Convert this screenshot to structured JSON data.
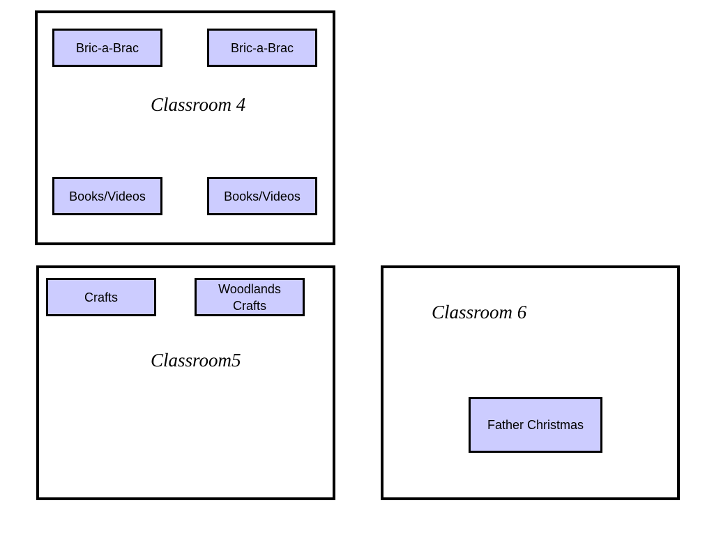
{
  "classrooms": [
    {
      "label": "Classroom 4",
      "stalls": [
        "Bric-a-Brac",
        "Bric-a-Brac",
        "Books/Videos",
        "Books/Videos"
      ]
    },
    {
      "label": "Classroom5",
      "stalls": [
        "Crafts",
        "Woodlands\nCrafts"
      ]
    },
    {
      "label": "Classroom 6",
      "stalls": [
        "Father Christmas"
      ]
    }
  ],
  "colors": {
    "stall_fill": "#ccccff",
    "border": "#000000",
    "background": "#ffffff"
  }
}
